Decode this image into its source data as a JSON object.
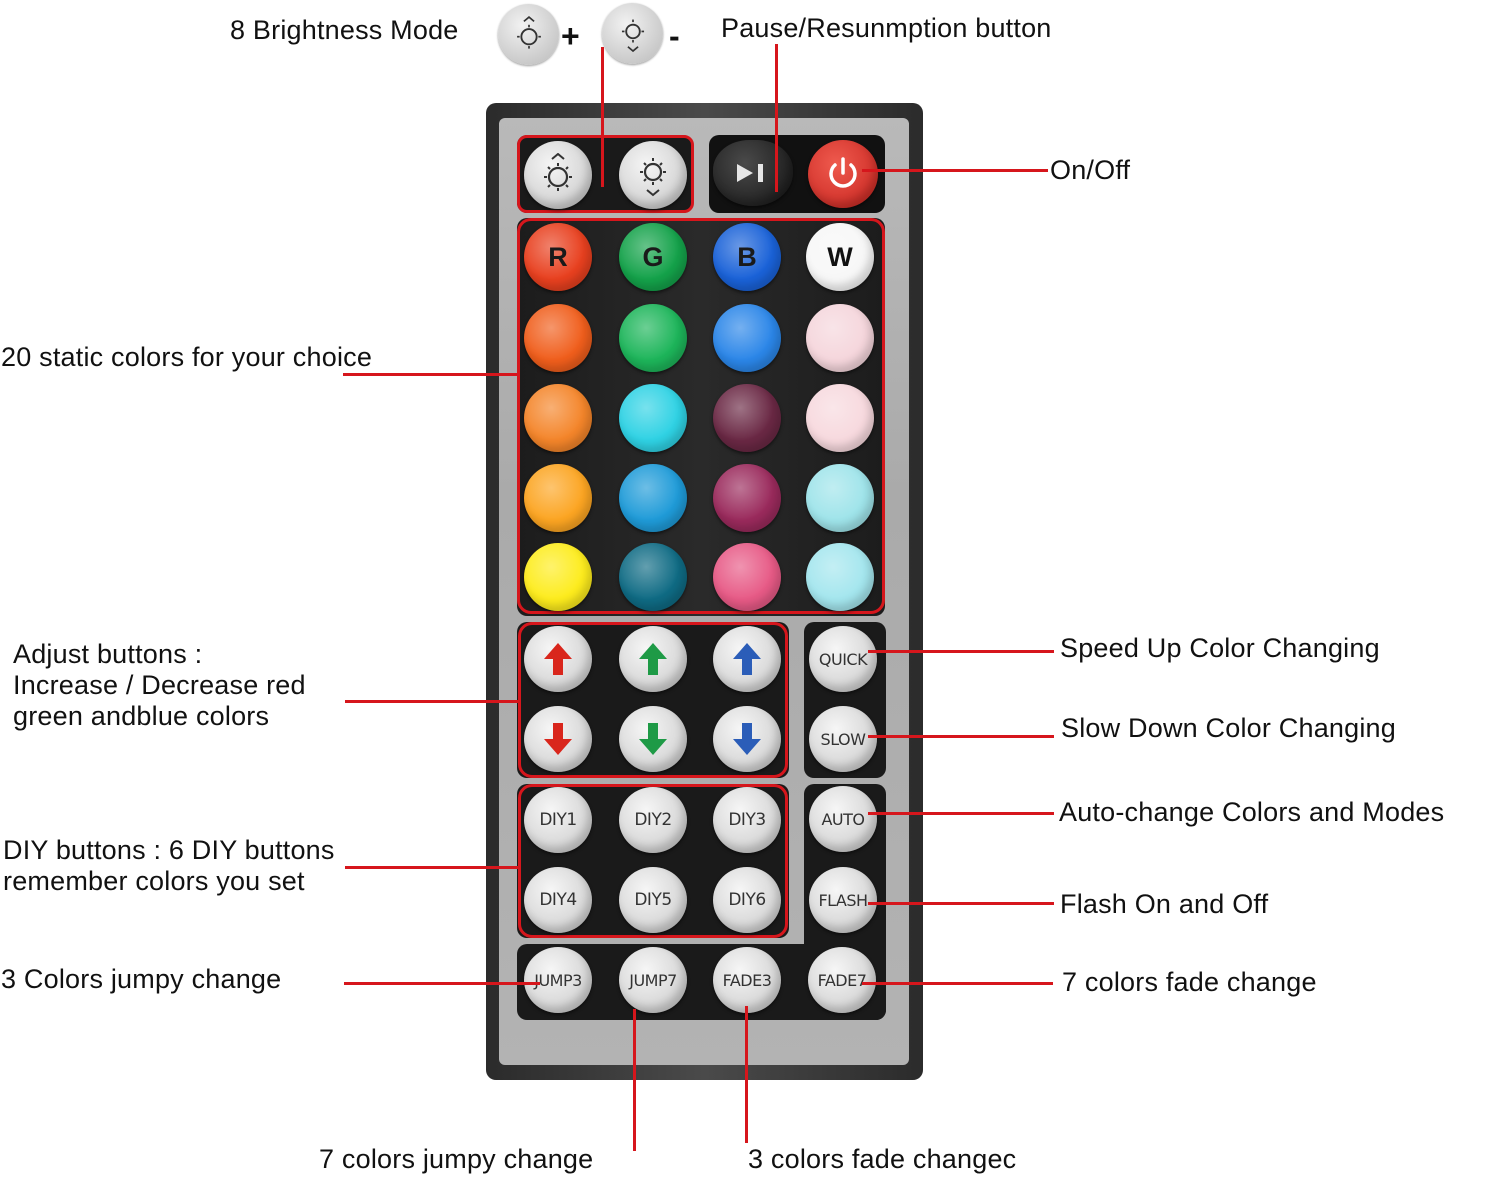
{
  "labels": {
    "brightness": "8 Brightness Mode",
    "brightness_plus": "+",
    "brightness_minus": "-",
    "pause": "Pause/Resunmption button",
    "onoff": "On/Off",
    "static": "20 static colors for your choice",
    "adjust": [
      "Adjust buttons :",
      "Increase / Decrease red",
      "green andblue colors"
    ],
    "diy": [
      "DIY buttons : 6 DIY buttons",
      "remember colors you set"
    ],
    "jump3": "3 Colors jumpy change",
    "jump7": "7 colors jumpy change",
    "fade3": "3 colors fade changec",
    "fade7": "7 colors fade change",
    "quick": "Speed Up Color Changing",
    "slow": "Slow Down Color Changing",
    "auto": "Auto-change Colors and Modes",
    "flash": "Flash On and Off"
  },
  "buttons": {
    "rgbw": [
      "R",
      "G",
      "B",
      "W"
    ],
    "diy": [
      "DIY1",
      "DIY2",
      "DIY3",
      "DIY4",
      "DIY5",
      "DIY6"
    ],
    "speed": [
      "QUICK",
      "SLOW"
    ],
    "mode": [
      "AUTO",
      "FLASH"
    ],
    "bottom": [
      "JUMP3",
      "JUMP7",
      "FADE3",
      "FADE7"
    ]
  },
  "colors": {
    "accent_line": "#d6161c",
    "grid": [
      [
        "#e8401f",
        "#14a24a",
        "#1a62d8",
        "#f7f7f7"
      ],
      [
        "#f05e1c",
        "#1db55a",
        "#2b86e8",
        "#f5d6dc"
      ],
      [
        "#f4852a",
        "#2fd2e4",
        "#6a2844",
        "#f7d9de"
      ],
      [
        "#fca522",
        "#1f9bd8",
        "#9a2a5c",
        "#9fe4ea"
      ],
      [
        "#fdec1d",
        "#0f6b84",
        "#e75a86",
        "#a4e6ee"
      ]
    ],
    "arrow_colors": [
      "#d9261c",
      "#1e9a46",
      "#2b5db8"
    ]
  },
  "icons": {
    "brightness_up": "sun-up-icon",
    "brightness_down": "sun-down-icon",
    "pause": "play-pause-icon",
    "power": "power-icon",
    "arrow_up": "arrow-up-icon",
    "arrow_down": "arrow-down-icon"
  }
}
